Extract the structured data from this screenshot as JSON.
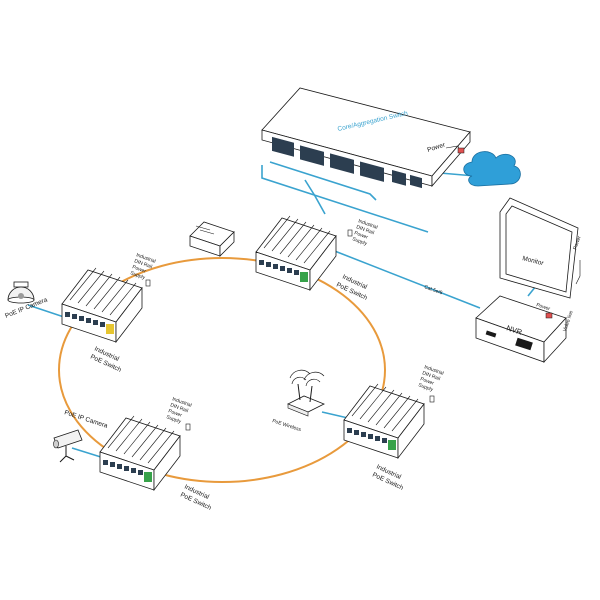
{
  "colors": {
    "ring": "#e89a3c",
    "link": "#3aa3cf",
    "cloud": "#2f9fd8",
    "line": "#1a1a1a",
    "port": "#2c3e50",
    "status_green": "#37a24a",
    "status_yellow": "#e7c631"
  },
  "core_switch": {
    "title": "Core/Aggregation Switch",
    "power_label": "Power"
  },
  "cloud": {
    "icon": "cloud-icon"
  },
  "monitor": {
    "title": "Monitor",
    "power_label": "Power"
  },
  "nvr": {
    "title": "NVR",
    "power_label": "Power",
    "video_line_label": "Video line"
  },
  "cable_label": "Cat.5e/6",
  "switches": {
    "top": {
      "name_line1": "Industrial",
      "name_line2": "PoE Switch",
      "psu_line1": "Industrial",
      "psu_line2": "DIN Rail",
      "psu_line3": "Power",
      "psu_line4": "Supply"
    },
    "left": {
      "name_line1": "Industrial",
      "name_line2": "PoE Switch",
      "psu_line1": "Industrial",
      "psu_line2": "DIN Rail",
      "psu_line3": "Power",
      "psu_line4": "Supply"
    },
    "right": {
      "name_line1": "Industrial",
      "name_line2": "PoE Switch",
      "psu_line1": "Industrial",
      "psu_line2": "DIN Rail",
      "psu_line3": "Power",
      "psu_line4": "Supply"
    },
    "bottom": {
      "name_line1": "Industrial",
      "name_line2": "PoE Switch",
      "psu_line1": "Industrial",
      "psu_line2": "DIN Rail",
      "psu_line3": "Power",
      "psu_line4": "Supply"
    }
  },
  "dome_camera": {
    "label": "PoE IP Camera",
    "icon": "dome-camera-icon"
  },
  "bullet_camera": {
    "label": "PoE IP Camera",
    "icon": "bullet-camera-icon"
  },
  "wireless_ap": {
    "label": "PoE Wireless",
    "icon": "wireless-ap-icon"
  },
  "din_device": {
    "icon": "din-rail-device-icon"
  }
}
